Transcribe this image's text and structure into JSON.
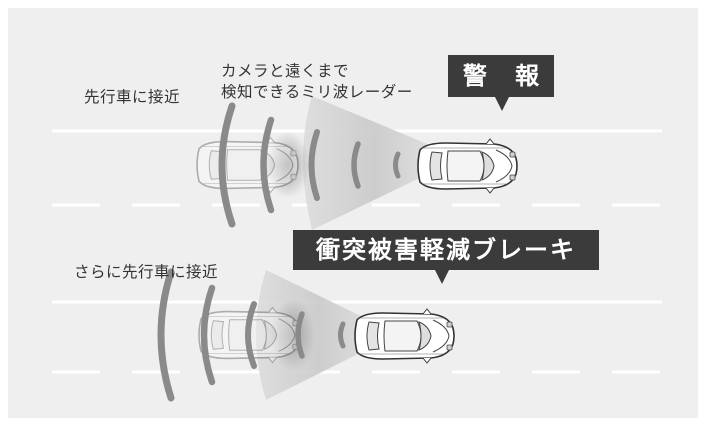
{
  "scene1": {
    "left_caption": "先行車に接近",
    "radar_caption_line1": "カメラと遠くまで",
    "radar_caption_line2": "検知できるミリ波レーダー",
    "callout": "警 報"
  },
  "scene2": {
    "left_caption": "さらに先行車に接近",
    "callout": "衝突被害軽減ブレーキ"
  },
  "colors": {
    "panel_bg": "#efefef",
    "callout_bg": "#3b3b3b",
    "callout_text": "#ffffff",
    "lane_line": "#ffffff",
    "radar_arc": "#8a8a8a",
    "beam": "#cfcfcf"
  },
  "icons": [
    "own-car-icon",
    "lead-car-icon",
    "radar-wave-icon"
  ]
}
